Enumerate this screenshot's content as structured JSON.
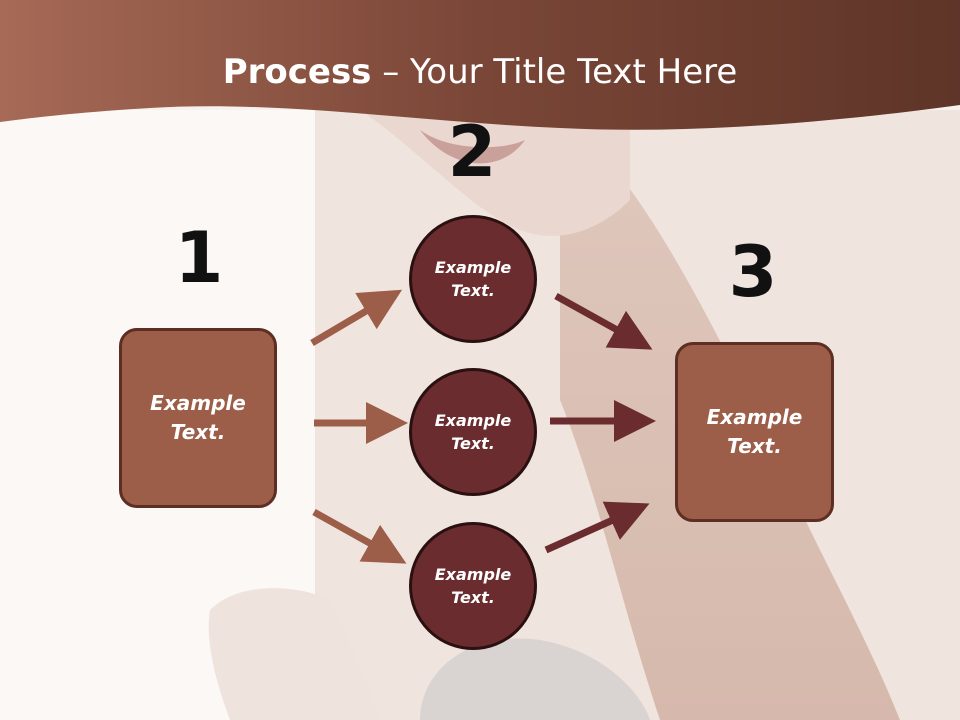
{
  "title": {
    "bold": "Process",
    "rest": " – Your Title Text Here"
  },
  "steps": {
    "one": "1",
    "two": "2",
    "three": "3"
  },
  "left_box": "Example Text.",
  "circles": [
    "Example Text.",
    "Example Text.",
    "Example Text."
  ],
  "right_box": "Example Text.",
  "colors": {
    "header": "#8a5040",
    "box_fill": "#9c5e49",
    "circle_fill": "#6a2c2e",
    "arrow_light": "#9c5e49",
    "arrow_dark": "#6a2c2e"
  }
}
